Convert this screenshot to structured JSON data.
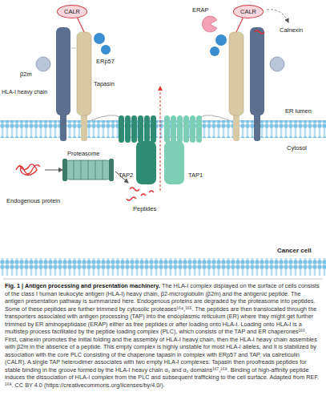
{
  "diagram": {
    "title": "Fig. 1 | Antigen processing and presentation machinery.",
    "caption": "The HLA-I complex displayed on the surface of cells consists of the class I human leukocyte antigen (HLA-I) heavy chain, β2-microglobulin (β2m) and the antigenic peptide. The antigen presentation pathway is summarized here. Endogenous proteins are degraded by the proteasome into peptides. Some of these peptides are further trimmed by cytosolic proteases¹⁶⁴,¹⁶⁵. The peptides are then translocated through the transporters associated with antigen processing (TAP) into the endoplasmic reticulum (ER) where they might get further trimmed by ER aminopeptidase (ERAP) either as free peptides or after loading onto HLA-I. Loading onto HLA-I is a multistep process facilitated by the peptide loading complex (PLC), which consists of the TAP and ER chaperones¹⁶⁶. First, calnexin promotes the initial folding and the assembly of HLA-I heavy chain, then the HLA-I heavy chain assembles with β2m in the absence of a peptide. This empty complex is highly unstable for most HLA-I alleles, and it is stabilized by association with the core PLC consisting of the chaperone tapasin in complex with ERp57 and TAP, via calreticulin (CALR). A single TAP heterodimer associates with two empty HLA-I complexes. Tapasin then proofreads peptides for stable binding in the groove formed by the HLA-I heavy chain α₁ and α₂ domains¹⁶⁷,¹⁶⁸. Binding of high-affinity peptide induces the dissociation of HLA-I complex from the PLC and subsequent trafficking to the cell surface. Adapted from REF. ¹⁶⁸. CC BY 4.0 (https://creativecommons.org/licenses/by/4.0/).",
    "nodes": [
      {
        "text": [
          "CALR"
        ]
      },
      {
        "text": [
          "CALR"
        ]
      }
    ],
    "labels": [
      "ERp57",
      "β2m",
      "Tapasin",
      "HLA-I heavy chain",
      "ERAP",
      "Calnexin",
      "ER lumen",
      "TAP2",
      "TAP1",
      "Cytosol",
      "Proteasome",
      "Endogenous protein",
      "Peptides",
      "Cancer cell"
    ]
  }
}
